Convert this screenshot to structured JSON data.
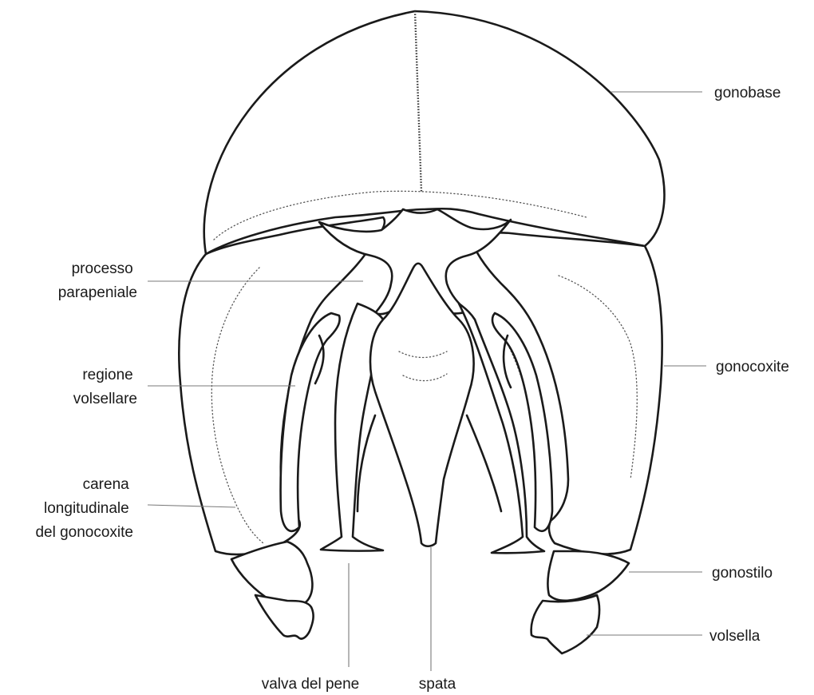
{
  "labels": {
    "gonobase": "gonobase",
    "processo": [
      "processo",
      "parapeniale"
    ],
    "regione": [
      "regione",
      "volsellare"
    ],
    "carena": [
      "carena",
      "longitudinale",
      "del gonocoxite"
    ],
    "gonocoxite": "gonocoxite",
    "gonostilo": "gonostilo",
    "volsella": "volsella",
    "valva": "valva del pene",
    "spata": "spata"
  }
}
